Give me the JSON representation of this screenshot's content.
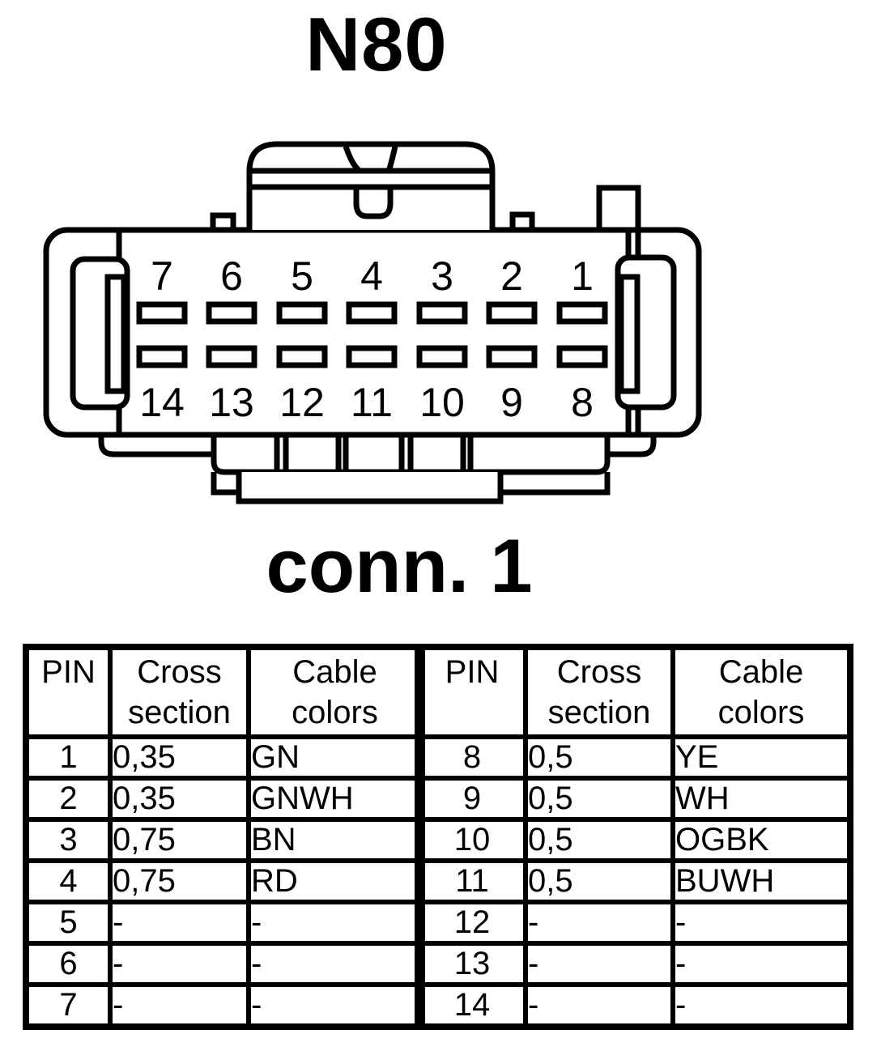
{
  "page": {
    "background": "#ffffff",
    "ink": "#000000"
  },
  "title": "N80",
  "connector": {
    "label": "conn. 1",
    "pins_top": [
      "7",
      "6",
      "5",
      "4",
      "3",
      "2",
      "1"
    ],
    "pins_bottom": [
      "14",
      "13",
      "12",
      "11",
      "10",
      "9",
      "8"
    ]
  },
  "table": {
    "left": {
      "headers": [
        "PIN",
        "Cross section",
        "Cable colors"
      ],
      "rows": [
        [
          "1",
          "0,35",
          "GN"
        ],
        [
          "2",
          "0,35",
          "GNWH"
        ],
        [
          "3",
          "0,75",
          "BN"
        ],
        [
          "4",
          "0,75",
          "RD"
        ],
        [
          "5",
          "-",
          "-"
        ],
        [
          "6",
          "-",
          "-"
        ],
        [
          "7",
          "-",
          "-"
        ]
      ]
    },
    "right": {
      "headers": [
        "PIN",
        "Cross section",
        "Cable colors"
      ],
      "rows": [
        [
          "8",
          "0,5",
          "YE"
        ],
        [
          "9",
          "0,5",
          "WH"
        ],
        [
          "10",
          "0,5",
          "OGBK"
        ],
        [
          "11",
          "0,5",
          "BUWH"
        ],
        [
          "12",
          "-",
          "-"
        ],
        [
          "13",
          "-",
          "-"
        ],
        [
          "14",
          "-",
          "-"
        ]
      ]
    }
  }
}
